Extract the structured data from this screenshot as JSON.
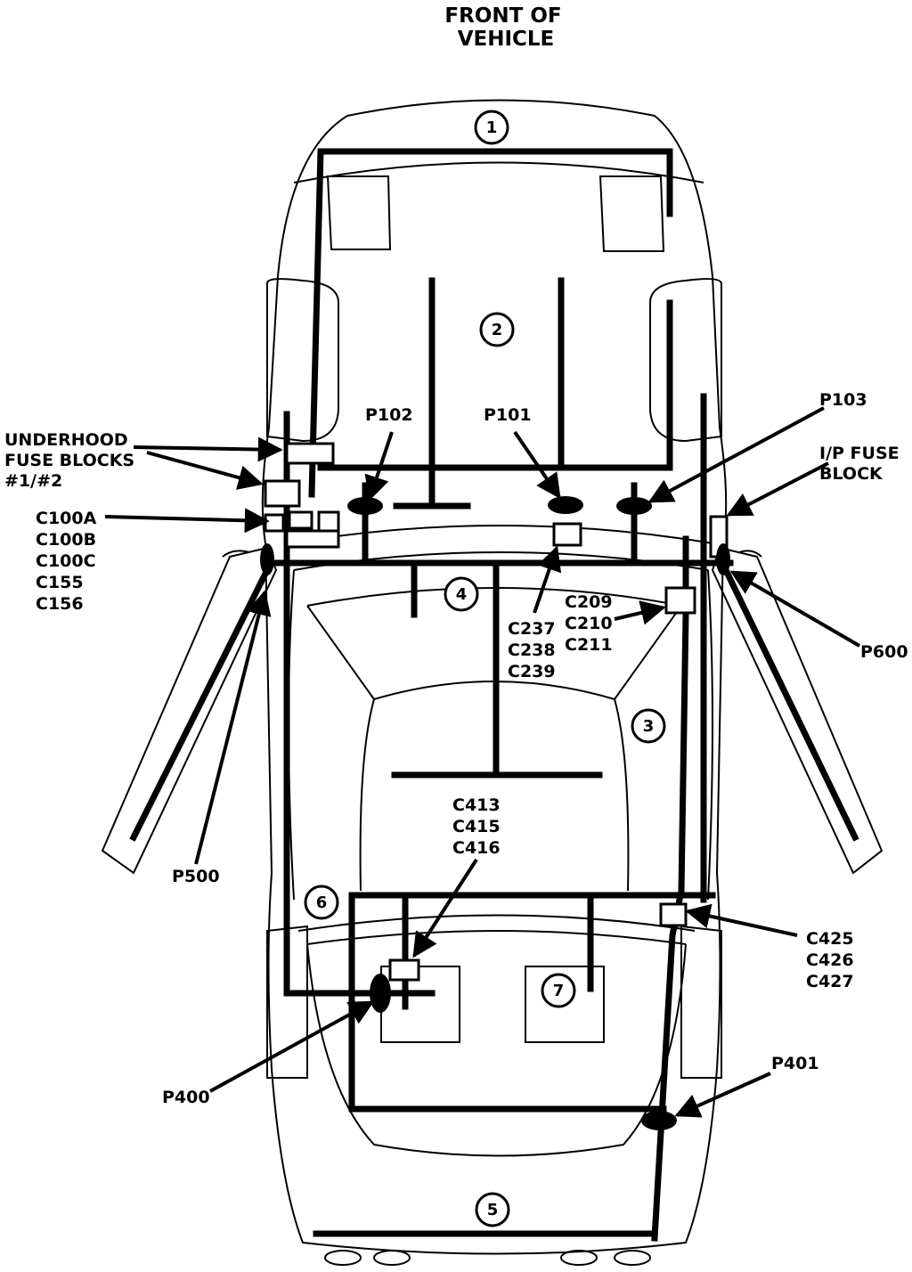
{
  "title": {
    "line1": "FRONT OF",
    "line2": "VEHICLE"
  },
  "zones": [
    "1",
    "2",
    "3",
    "4",
    "5",
    "6",
    "7"
  ],
  "labels": {
    "underhood": [
      "UNDERHOOD",
      "FUSE BLOCKS",
      "#1/#2"
    ],
    "c100": [
      "C100A",
      "C100B",
      "C100C",
      "C155",
      "C156"
    ],
    "p102": "P102",
    "p101": "P101",
    "p103": "P103",
    "ip_fuse": [
      "I/P FUSE",
      "BLOCK"
    ],
    "c237": [
      "C237",
      "C238",
      "C239"
    ],
    "c209": [
      "C209",
      "C210",
      "C211"
    ],
    "p600": "P600",
    "p500": "P500",
    "c413": [
      "C413",
      "C415",
      "C416"
    ],
    "c425": [
      "C425",
      "C426",
      "C427"
    ],
    "p400": "P400",
    "p401": "P401"
  }
}
